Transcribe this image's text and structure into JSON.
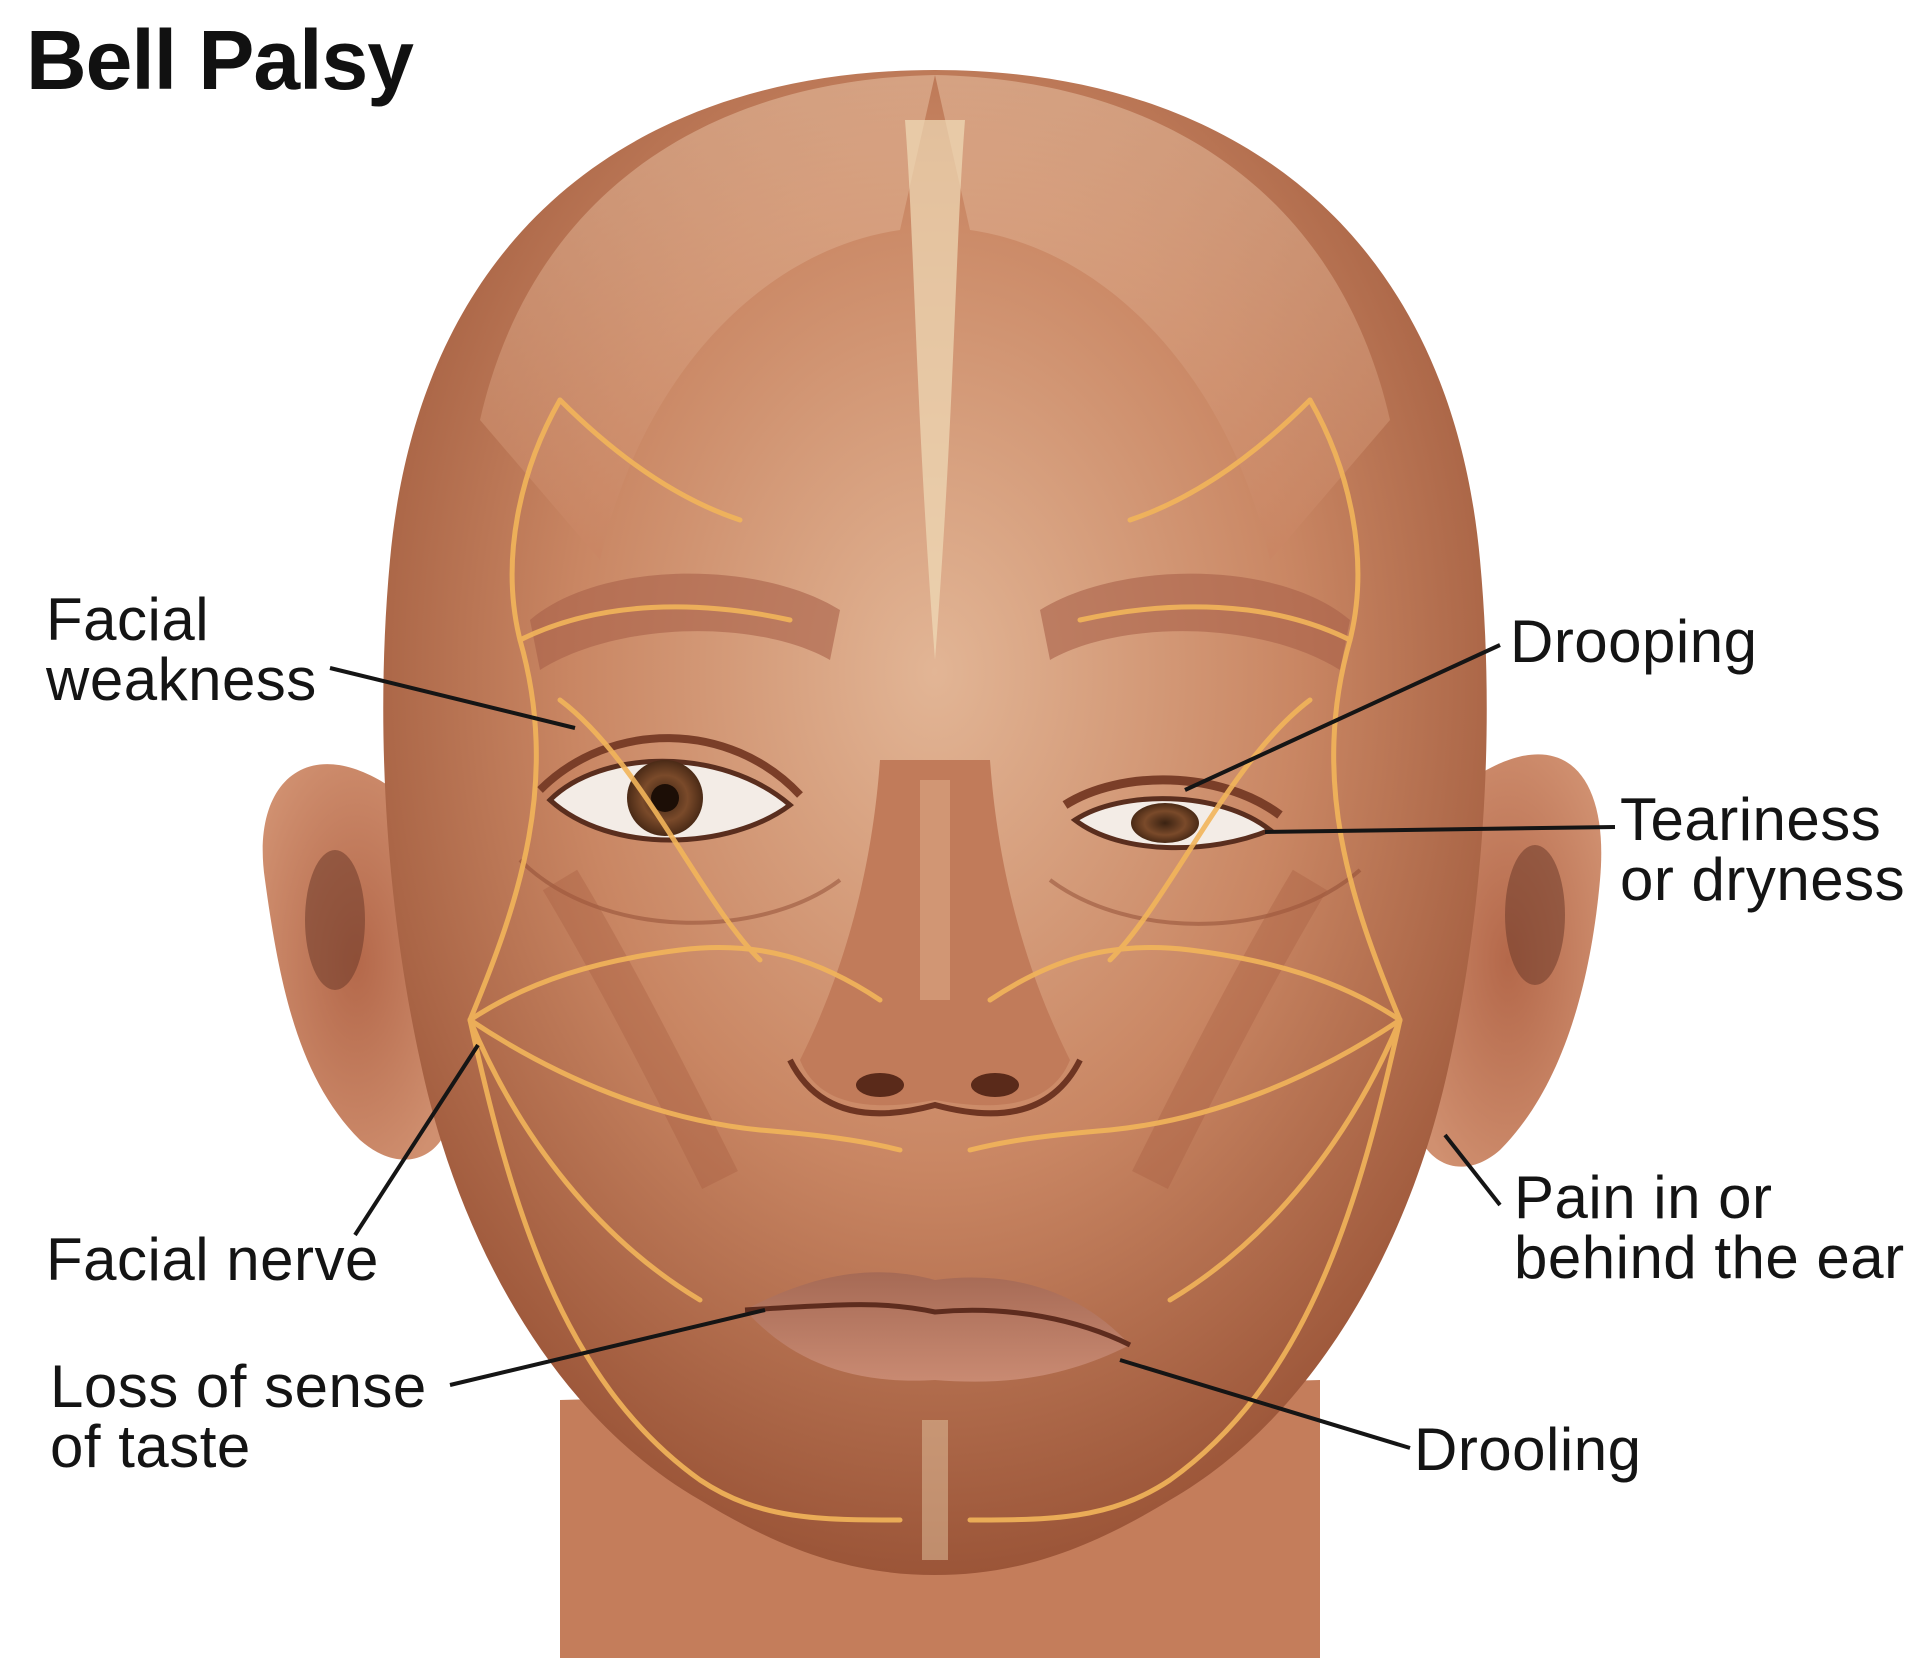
{
  "title": "Bell Palsy",
  "labels": {
    "facial_weakness": [
      "Facial",
      "weakness"
    ],
    "drooping": [
      "Drooping"
    ],
    "teariness": [
      "Teariness",
      "or dryness"
    ],
    "facial_nerve": [
      "Facial nerve"
    ],
    "pain_ear": [
      "Pain in or",
      "behind the ear"
    ],
    "loss_taste": [
      "Loss of sense",
      "of taste"
    ],
    "drooling": [
      "Drooling"
    ]
  },
  "colors": {
    "skin_light": "#d9a987",
    "skin_mid": "#c07a58",
    "skin_dark": "#8d4a32",
    "nerve": "#f2b55a",
    "leader": "#151515"
  }
}
